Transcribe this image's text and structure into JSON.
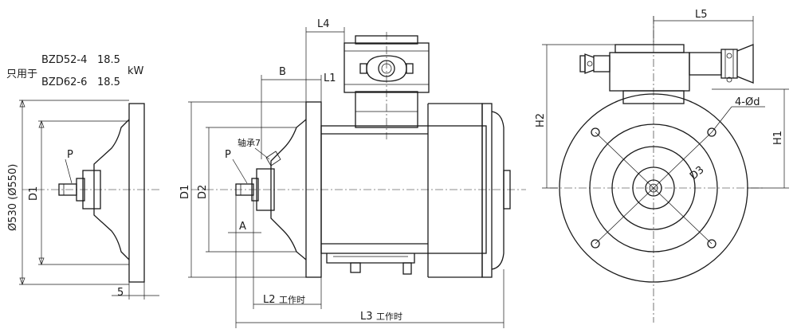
{
  "note": {
    "prefix": "只用于",
    "models": [
      {
        "model": "BZD52-4",
        "power": "18.5"
      },
      {
        "model": "BZD62-6",
        "power": "18.5"
      }
    ],
    "unit": "kW"
  },
  "labels": {
    "d1": "D1",
    "d2": "D2",
    "d3": "D3",
    "p": "P",
    "a": "A",
    "b": "B",
    "l1": "L1",
    "l2": "L2",
    "l3": "L3",
    "l4": "L4",
    "l5": "L5",
    "h1": "H1",
    "h2": "H2",
    "five": "5",
    "bearing": "轴承7",
    "working": "工作时",
    "holes": "4-Ød",
    "diameter_pair": "Ø530 (Ø550)"
  }
}
